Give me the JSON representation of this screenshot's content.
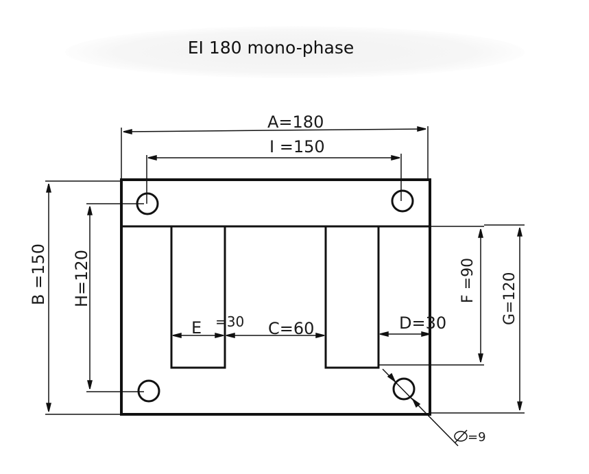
{
  "title": "EI 180 mono-phase",
  "dimensions": {
    "A": "A=180",
    "I": "I =150",
    "B": "B =150",
    "H": "H=120",
    "E": "E",
    "E_value": "=30",
    "C": "C=60",
    "D": "D=30",
    "F": "F =90",
    "G": "G=120",
    "hole": "=9"
  },
  "icons": {
    "diameter": "diameter-symbol-icon"
  },
  "colors": {
    "line": "#111111",
    "background": "#ffffff"
  }
}
